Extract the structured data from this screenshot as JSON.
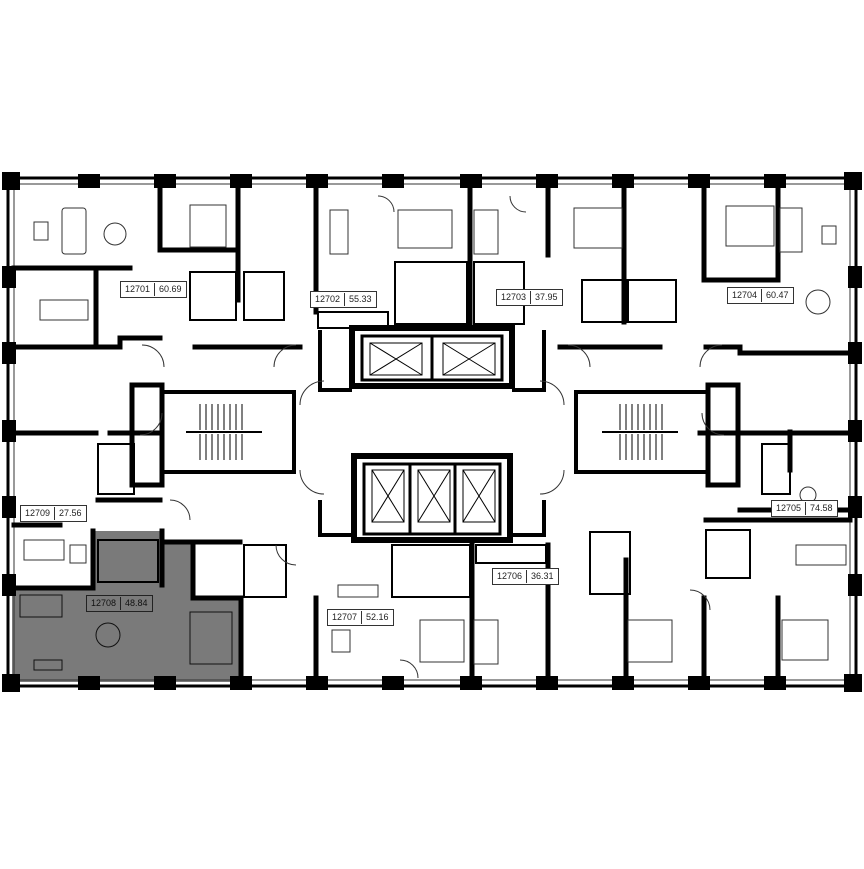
{
  "plan": {
    "colors": {
      "background": "#ffffff",
      "wall": "#000000",
      "line": "#333333",
      "selected_unit": "#7a7a7a"
    },
    "selected_unit": "12708",
    "units": [
      {
        "id": "u12701",
        "number": "12701",
        "area": "60.69",
        "selected": false
      },
      {
        "id": "u12702",
        "number": "12702",
        "area": "55.33",
        "selected": false
      },
      {
        "id": "u12703",
        "number": "12703",
        "area": "37.95",
        "selected": false
      },
      {
        "id": "u12704",
        "number": "12704",
        "area": "60.47",
        "selected": false
      },
      {
        "id": "u12705",
        "number": "12705",
        "area": "74.58",
        "selected": false
      },
      {
        "id": "u12706",
        "number": "12706",
        "area": "36.31",
        "selected": false
      },
      {
        "id": "u12707",
        "number": "12707",
        "area": "52.16",
        "selected": false
      },
      {
        "id": "u12708",
        "number": "12708",
        "area": "48.84",
        "selected": true
      },
      {
        "id": "u12709",
        "number": "12709",
        "area": "27.56",
        "selected": false
      }
    ]
  }
}
